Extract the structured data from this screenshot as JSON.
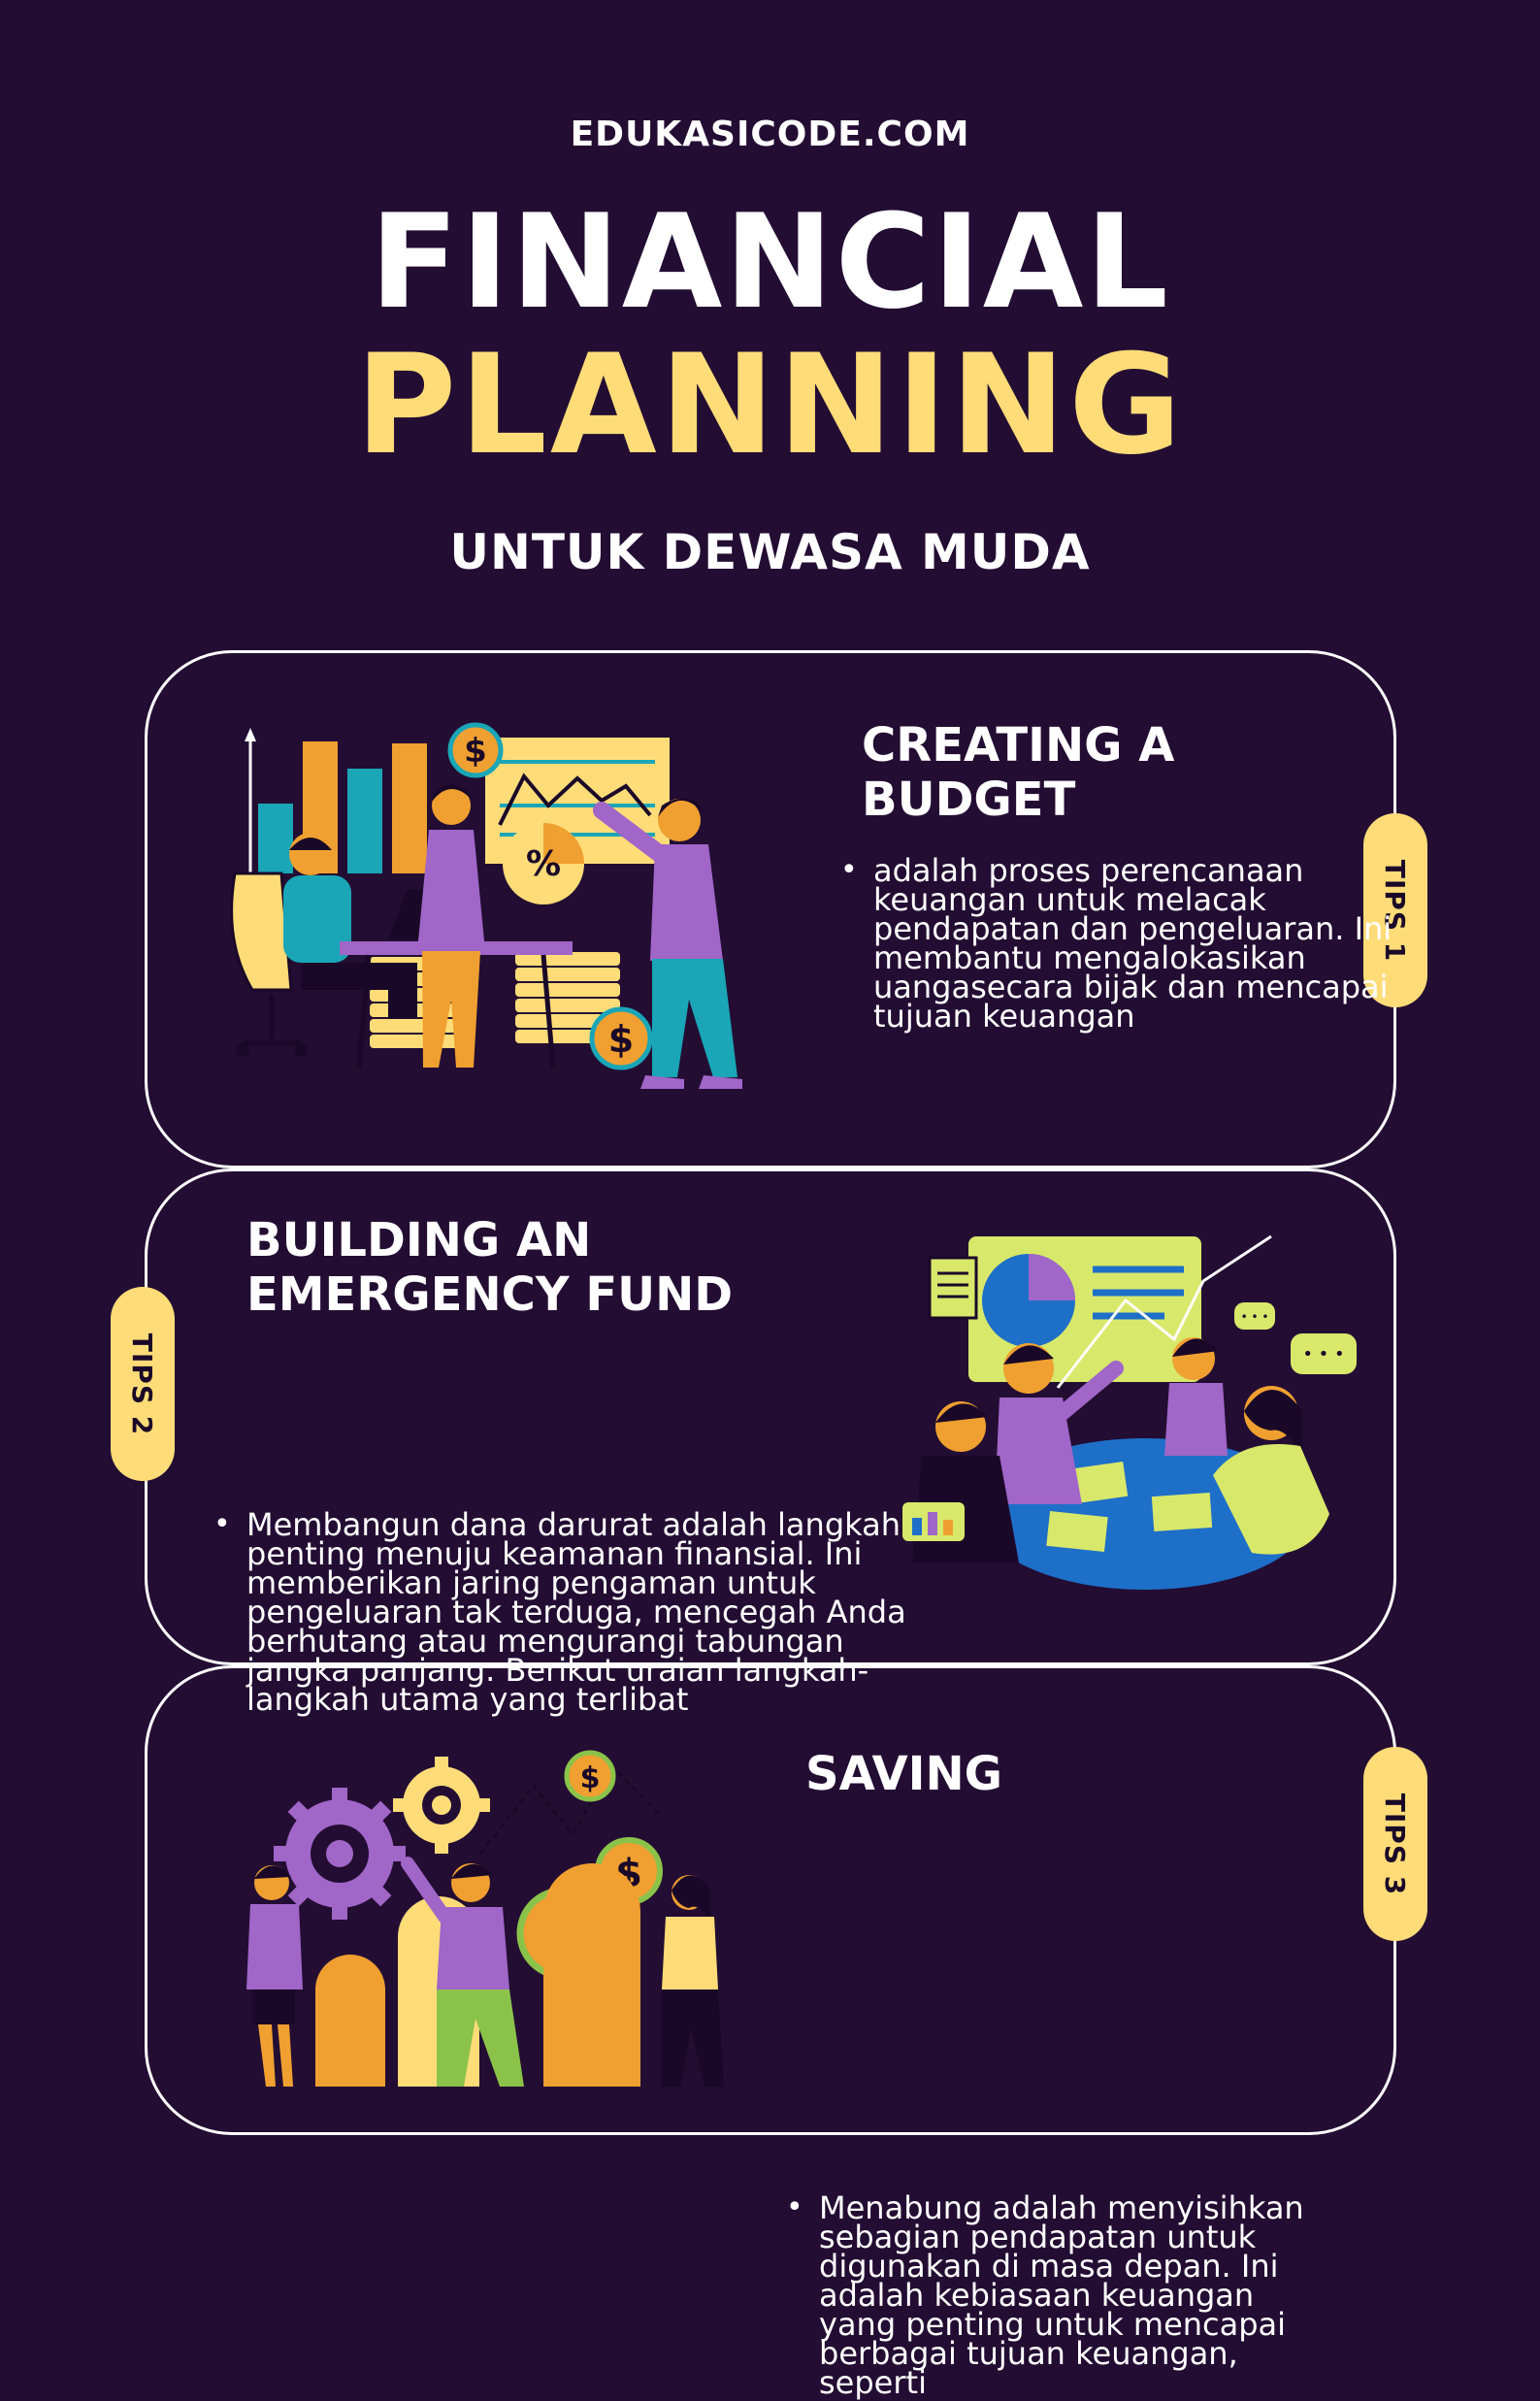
{
  "header": {
    "site": "EDUKASICODE.COM",
    "title_line1": "FINANCIAL",
    "title_line2": "PLANNING",
    "subtitle": "UNTUK DEWASA MUDA"
  },
  "tips": [
    {
      "tab": "TIPS 1",
      "heading_line1": "CREATING A",
      "heading_line2": "BUDGET",
      "body": "adalah proses perencanaan keuangan untuk melacak pendapatan dan pengeluaran. Ini membantu mengalokasikan uangasecara bijak dan mencapai tujuan keuangan"
    },
    {
      "tab": "TIPS 2",
      "heading_line1": "BUILDING AN",
      "heading_line2": "EMERGENCY FUND",
      "body": "Membangun dana darurat adalah langkah penting menuju keamanan finansial. Ini memberikan jaring pengaman untuk pengeluaran tak terduga, mencegah Anda berhutang atau mengurangi tabungan jangka panjang. Berikut uraian langkah-langkah utama yang terlibat"
    },
    {
      "tab": "TIPS 3",
      "heading_line1": "SAVING",
      "body": "Menabung adalah menyisihkan sebagian pendapatan  untuk digunakan di masa depan. Ini adalah kebiasaan keuangan yang penting untuk mencapai berbagai tujuan keuangan, seperti"
    }
  ],
  "illustration_glyphs": {
    "dollar": "$",
    "percent": "%",
    "dots": "• • •"
  },
  "colors": {
    "background": "#230d33",
    "accent_yellow": "#ffdc78",
    "teal": "#1aa6b7",
    "orange": "#f0a030",
    "purple": "#a066c8",
    "lime": "#d8e86a",
    "blue": "#1e6fc8"
  }
}
